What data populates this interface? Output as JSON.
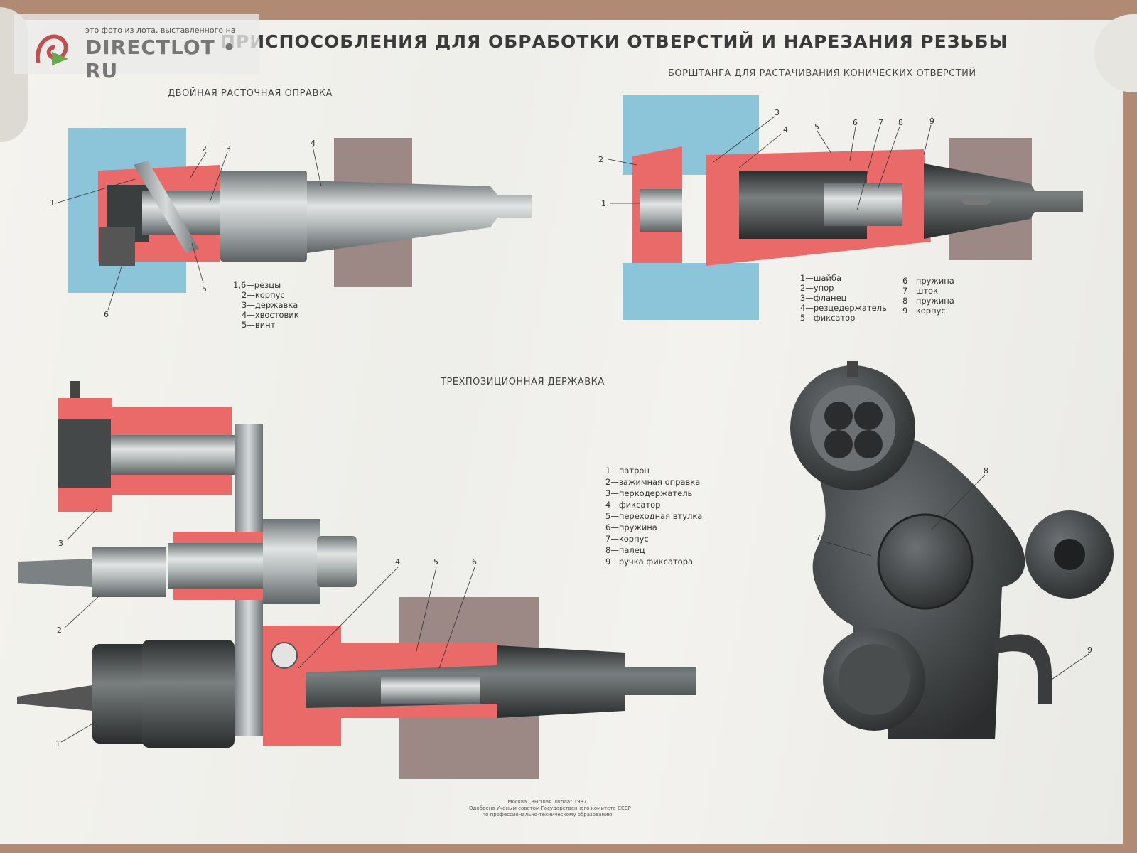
{
  "watermark": {
    "caption": "это фото из лота, выставленного на",
    "brand": "DIRECTLOT • RU"
  },
  "poster": {
    "title": "ПРИСПОСОБЛЕНИЯ ДЛЯ ОБРАБОТКИ ОТВЕРСТИЙ И  НАРЕЗАНИЯ РЕЗЬБЫ",
    "sections": {
      "boring_mandrel": {
        "title": "ДВОЙНАЯ РАСТОЧНАЯ ОПРАВКА",
        "legend": [
          "1,6—резцы",
          "2—корпус",
          "3—державка",
          "4—хвостовик",
          "5—винт"
        ],
        "callouts": [
          "1",
          "2",
          "3",
          "4",
          "5",
          "6"
        ]
      },
      "boring_bar": {
        "title": "БОРШТАНГА ДЛЯ РАСТАЧИВАНИЯ КОНИЧЕСКИХ ОТВЕРСТИЙ",
        "legend_left": [
          "1—шайба",
          "2—упор",
          "3—фланец",
          "4—резцедержатель",
          "5—фиксатор"
        ],
        "legend_right": [
          "6—пружина",
          "7—шток",
          "8—пружина",
          "9—корпус"
        ],
        "callouts": [
          "1",
          "2",
          "3",
          "4",
          "5",
          "6",
          "7",
          "8",
          "9"
        ]
      },
      "three_position_holder": {
        "title": "ТРЕХПОЗИЦИОННАЯ ДЕРЖАВКА",
        "legend": [
          "1—патрон",
          "2—зажимная оправка",
          "3—перкодержатель",
          "4—фиксатор",
          "5—переходная втулка",
          "6—пружина",
          "7—корпус",
          "8—палец",
          "9—ручка фиксатора"
        ],
        "callouts": [
          "1",
          "2",
          "3",
          "4",
          "5",
          "6",
          "7",
          "8",
          "9"
        ]
      }
    },
    "footer_center": [
      "Москва „Высшая школа\" 1987",
      "Одобрено Ученым советом Государственного комитета СССР",
      "по профессионально-техническому образованию"
    ]
  },
  "colors": {
    "red": "#ea6a6a",
    "blue": "#8cc4d9",
    "steel": "#9aa0a3",
    "dark": "#3c3f40",
    "brown": "#9c8884"
  }
}
